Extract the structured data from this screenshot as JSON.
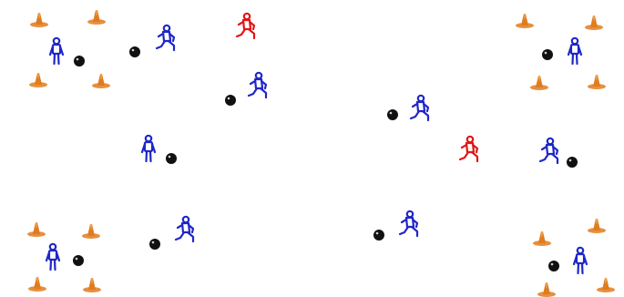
{
  "colors": {
    "background": "#ffffff",
    "cone": "#e07c1e",
    "cone_highlight": "#f3a24a",
    "player_team": "#1f27c8",
    "player_highlight": "#e21616",
    "ball": "#111111"
  },
  "diagram": {
    "cones": [
      {
        "id": "c1",
        "icon": "training-cone-icon"
      },
      {
        "id": "c2",
        "icon": "training-cone-icon"
      },
      {
        "id": "c3",
        "icon": "training-cone-icon"
      },
      {
        "id": "c4",
        "icon": "training-cone-icon"
      },
      {
        "id": "c5",
        "icon": "training-cone-icon"
      },
      {
        "id": "c6",
        "icon": "training-cone-icon"
      },
      {
        "id": "c7",
        "icon": "training-cone-icon"
      },
      {
        "id": "c8",
        "icon": "training-cone-icon"
      },
      {
        "id": "c9",
        "icon": "training-cone-icon"
      },
      {
        "id": "c10",
        "icon": "training-cone-icon"
      },
      {
        "id": "c11",
        "icon": "training-cone-icon"
      },
      {
        "id": "c12",
        "icon": "training-cone-icon"
      },
      {
        "id": "c13",
        "icon": "training-cone-icon"
      },
      {
        "id": "c14",
        "icon": "training-cone-icon"
      },
      {
        "id": "c15",
        "icon": "training-cone-icon"
      },
      {
        "id": "c16",
        "icon": "training-cone-icon"
      }
    ],
    "players": [
      {
        "id": "p1",
        "pose": "standing",
        "team": "blue"
      },
      {
        "id": "p2",
        "pose": "running",
        "team": "blue"
      },
      {
        "id": "p3",
        "pose": "running",
        "team": "red"
      },
      {
        "id": "p4",
        "pose": "running",
        "team": "blue"
      },
      {
        "id": "p5",
        "pose": "standing",
        "team": "blue"
      },
      {
        "id": "p6",
        "pose": "running",
        "team": "blue"
      },
      {
        "id": "p7",
        "pose": "standing",
        "team": "blue"
      },
      {
        "id": "p8",
        "pose": "standing",
        "team": "blue"
      },
      {
        "id": "p9",
        "pose": "running",
        "team": "blue"
      },
      {
        "id": "p10",
        "pose": "running",
        "team": "red"
      },
      {
        "id": "p11",
        "pose": "running",
        "team": "blue"
      },
      {
        "id": "p12",
        "pose": "running",
        "team": "blue"
      },
      {
        "id": "p13",
        "pose": "standing",
        "team": "blue"
      }
    ],
    "balls": [
      {
        "id": "b1"
      },
      {
        "id": "b2"
      },
      {
        "id": "b3"
      },
      {
        "id": "b4"
      },
      {
        "id": "b5"
      },
      {
        "id": "b6"
      },
      {
        "id": "b7"
      },
      {
        "id": "b8"
      },
      {
        "id": "b9"
      },
      {
        "id": "b10"
      },
      {
        "id": "b11"
      },
      {
        "id": "b12"
      }
    ]
  }
}
